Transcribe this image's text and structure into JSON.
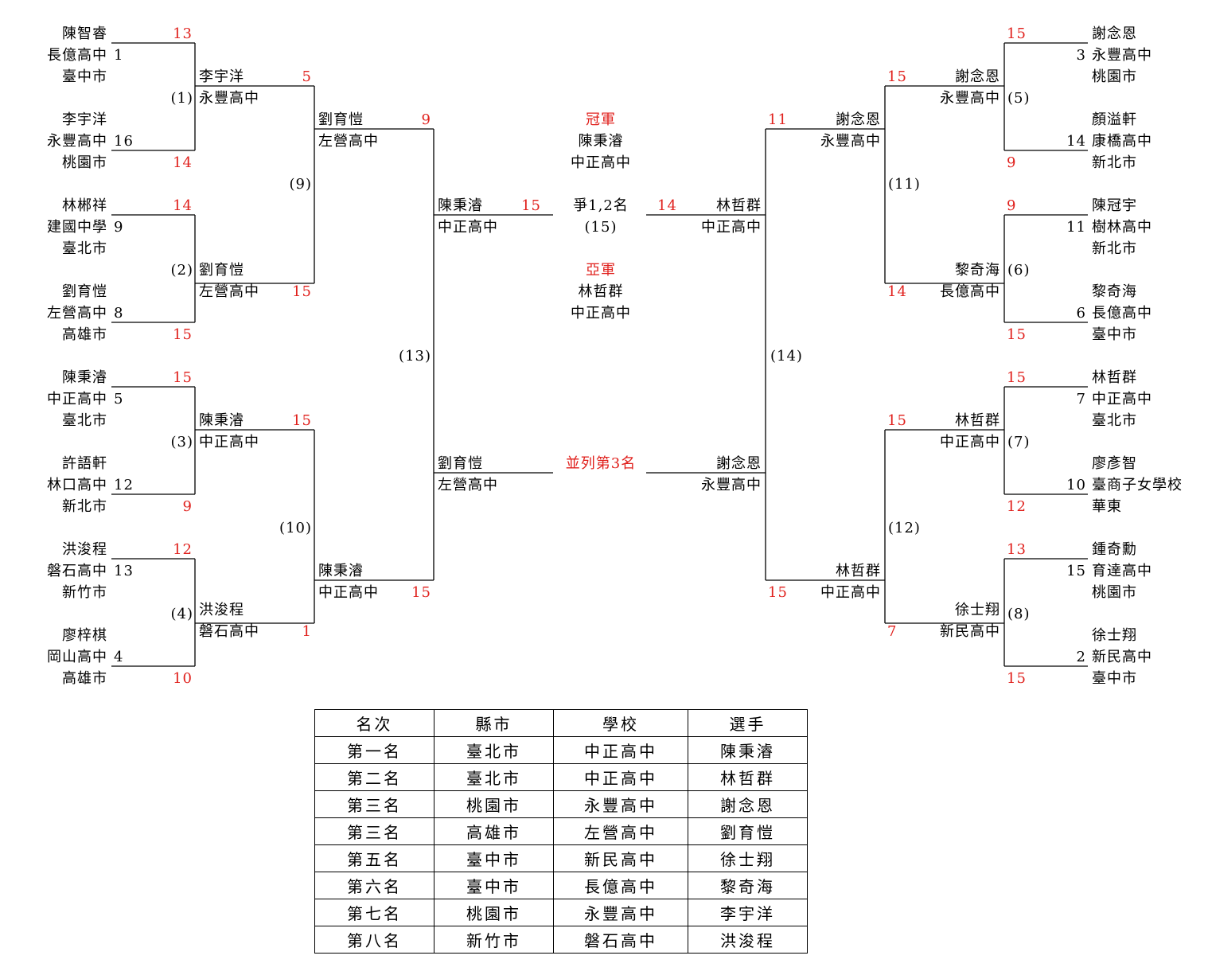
{
  "colors": {
    "score": "#e0201c",
    "line": "#000000"
  },
  "left_players": [
    {
      "name": "陳智睿",
      "school": "長億高中",
      "seed": "1",
      "city": "臺中市",
      "score": "13"
    },
    {
      "name": "李宇洋",
      "school": "永豐高中",
      "seed": "16",
      "city": "桃園市",
      "score": "14"
    },
    {
      "name": "林郴祥",
      "school": "建國中學",
      "seed": "9",
      "city": "臺北市",
      "score": "14"
    },
    {
      "name": "劉育愷",
      "school": "左營高中",
      "seed": "8",
      "city": "高雄市",
      "score": "15"
    },
    {
      "name": "陳秉濬",
      "school": "中正高中",
      "seed": "5",
      "city": "臺北市",
      "score": "15"
    },
    {
      "name": "許語軒",
      "school": "林口高中",
      "seed": "12",
      "city": "新北市",
      "score": "9"
    },
    {
      "name": "洪浚程",
      "school": "磐石高中",
      "seed": "13",
      "city": "新竹市",
      "score": "12"
    },
    {
      "name": "廖梓棋",
      "school": "岡山高中",
      "seed": "4",
      "city": "高雄市",
      "score": "10"
    }
  ],
  "right_players": [
    {
      "name": "謝念恩",
      "school": "永豐高中",
      "seed": "3",
      "city": "桃園市",
      "score": "15"
    },
    {
      "name": "顏溢軒",
      "school": "康橋高中",
      "seed": "14",
      "city": "新北市",
      "score": "9"
    },
    {
      "name": "陳冠宇",
      "school": "樹林高中",
      "seed": "11",
      "city": "新北市",
      "score": "9"
    },
    {
      "name": "黎奇海",
      "school": "長億高中",
      "seed": "6",
      "city": "臺中市",
      "score": "15"
    },
    {
      "name": "林哲群",
      "school": "中正高中",
      "seed": "7",
      "city": "臺北市",
      "score": "15"
    },
    {
      "name": "廖彥智",
      "school": "臺商子女學校",
      "seed": "10",
      "city": "華東",
      "score": "12"
    },
    {
      "name": "鍾奇勳",
      "school": "育達高中",
      "seed": "15",
      "city": "桃園市",
      "score": "13"
    },
    {
      "name": "徐士翔",
      "school": "新民高中",
      "seed": "2",
      "city": "臺中市",
      "score": "15"
    }
  ],
  "left_r2": [
    {
      "name": "李宇洋",
      "school": "永豐高中",
      "score": "5"
    },
    {
      "name": "劉育愷",
      "school": "左營高中",
      "score": "15"
    },
    {
      "name": "陳秉濬",
      "school": "中正高中",
      "score": "15"
    },
    {
      "name": "洪浚程",
      "school": "磐石高中",
      "score": "1"
    }
  ],
  "right_r2": [
    {
      "name": "謝念恩",
      "school": "永豐高中",
      "score": "15"
    },
    {
      "name": "黎奇海",
      "school": "長億高中",
      "score": "14"
    },
    {
      "name": "林哲群",
      "school": "中正高中",
      "score": "15"
    },
    {
      "name": "徐士翔",
      "school": "新民高中",
      "score": "7"
    }
  ],
  "left_r3": [
    {
      "name": "劉育愷",
      "school": "左營高中",
      "score": "9"
    },
    {
      "name": "陳秉濬",
      "school": "中正高中",
      "score": "15"
    }
  ],
  "right_r3": [
    {
      "name": "謝念恩",
      "school": "永豐高中",
      "score": "11"
    },
    {
      "name": "林哲群",
      "school": "中正高中",
      "score": "15"
    }
  ],
  "left_semi": [
    {
      "name": "陳秉濬",
      "school": "中正高中",
      "score": "15"
    },
    {
      "name": "劉育愷",
      "school": "左營高中",
      "score": ""
    }
  ],
  "right_semi": [
    {
      "name": "林哲群",
      "school": "中正高中",
      "score": "14"
    },
    {
      "name": "謝念恩",
      "school": "永豐高中",
      "score": ""
    }
  ],
  "match_numbers": [
    "(1)",
    "(2)",
    "(3)",
    "(4)",
    "(5)",
    "(6)",
    "(7)",
    "(8)",
    "(9)",
    "(10)",
    "(11)",
    "(12)",
    "(13)",
    "(14)",
    "(15)"
  ],
  "center": {
    "champion_label": "冠軍",
    "champion_name": "陳秉濬",
    "champion_school": "中正高中",
    "final_label": "爭1,2名",
    "runner_up_label": "亞軍",
    "runner_up_name": "林哲群",
    "runner_up_school": "中正高中",
    "third_label": "並列第3名"
  },
  "results_table": {
    "headers": [
      "名次",
      "縣市",
      "學校",
      "選手"
    ],
    "rows": [
      [
        "第一名",
        "臺北市",
        "中正高中",
        "陳秉濬"
      ],
      [
        "第二名",
        "臺北市",
        "中正高中",
        "林哲群"
      ],
      [
        "第三名",
        "桃園市",
        "永豐高中",
        "謝念恩"
      ],
      [
        "第三名",
        "高雄市",
        "左營高中",
        "劉育愷"
      ],
      [
        "第五名",
        "臺中市",
        "新民高中",
        "徐士翔"
      ],
      [
        "第六名",
        "臺中市",
        "長億高中",
        "黎奇海"
      ],
      [
        "第七名",
        "桃園市",
        "永豐高中",
        "李宇洋"
      ],
      [
        "第八名",
        "新竹市",
        "磐石高中",
        "洪浚程"
      ]
    ]
  }
}
